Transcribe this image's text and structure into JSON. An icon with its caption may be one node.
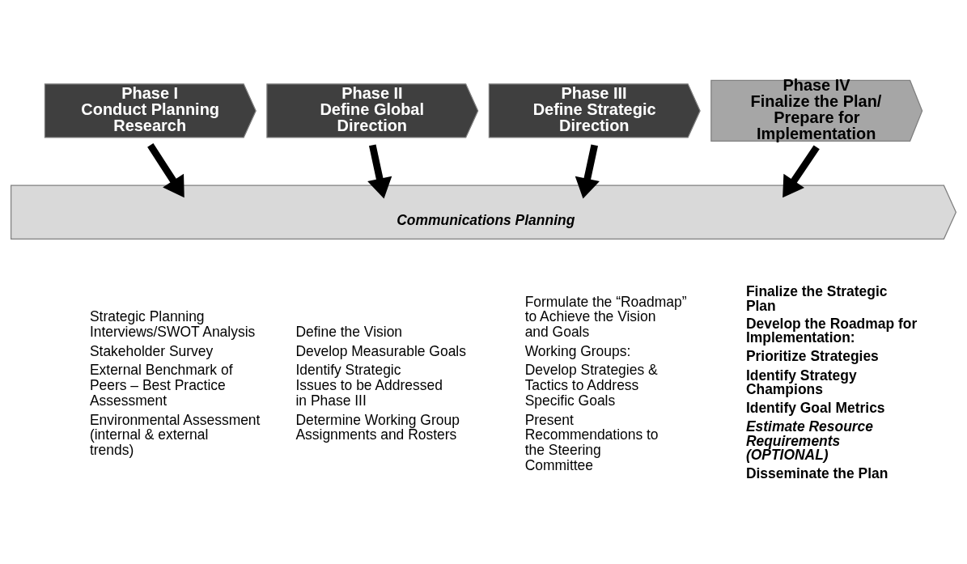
{
  "diagram": {
    "nodes": [
      {
        "text": [
          "Phase I",
          "Conduct Planning Research"
        ]
      },
      {
        "text": [
          "Phase II",
          "Define Global Direction"
        ]
      },
      {
        "text": [
          "Phase III",
          "Define Strategic Direction"
        ]
      },
      {
        "text": [
          "Phase IV",
          "Finalize the Plan/ Prepare for Implementation"
        ]
      },
      {
        "text": [
          "Communications Planning"
        ]
      }
    ],
    "edges": [
      {
        "from": 0,
        "to": 4,
        "arrow": "to"
      },
      {
        "from": 1,
        "to": 4,
        "arrow": "to"
      },
      {
        "from": 2,
        "to": 4,
        "arrow": "to"
      },
      {
        "from": 3,
        "to": 4,
        "arrow": "to"
      }
    ],
    "labels": [
      "Strategic Planning Interviews/SWOT Analysis",
      "Stakeholder Survey",
      "External Benchmark of Peers – Best Practice Assessment",
      "Environmental Assessment (internal & external trends)",
      "Define the Vision",
      "Develop Measurable Goals",
      "Identify Strategic Issues to be Addressed in Phase III",
      "Determine Working Group Assignments and Rosters",
      "Formulate the “Roadmap” to Achieve the Vision and Goals",
      "Working Groups:",
      "Develop Strategies & Tactics to Address Specific Goals",
      "Present Recommendations to the Steering Committee",
      "Finalize the Strategic Plan",
      "Develop the Roadmap for Implementation:",
      "Prioritize Strategies",
      "Identify Strategy Champions",
      "Identify Goal Metrics",
      "Estimate Resource Requirements (OPTIONAL)",
      "Disseminate the Plan"
    ]
  }
}
